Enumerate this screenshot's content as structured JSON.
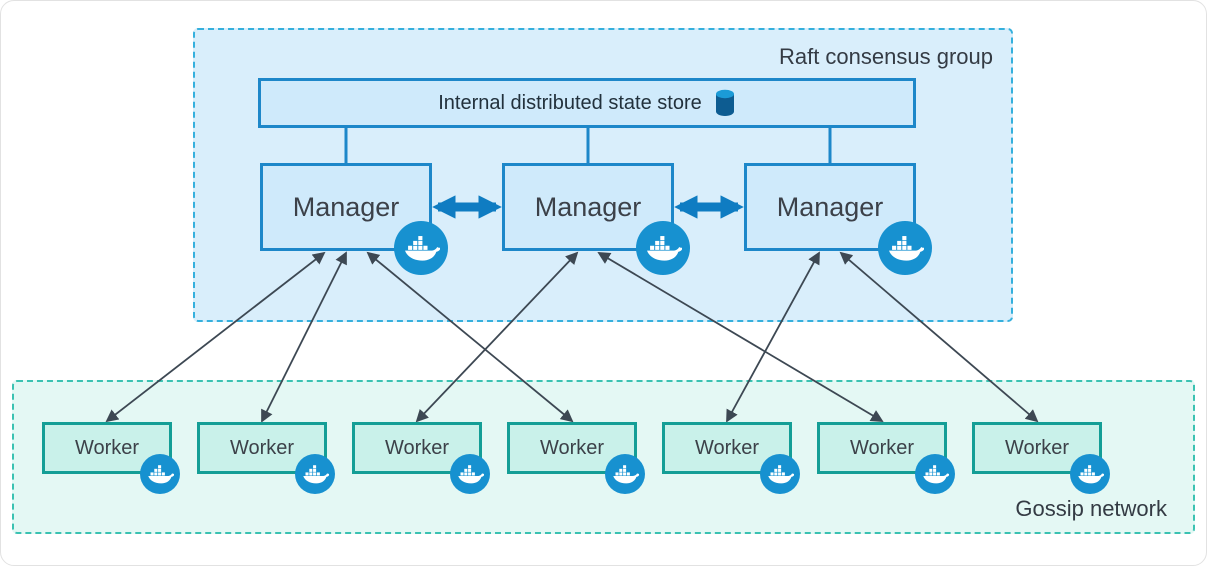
{
  "raft_group": {
    "label": "Raft consensus group",
    "state_store": {
      "label": "Internal distributed state store",
      "icon": "database-cylinder-icon"
    },
    "managers": [
      {
        "id": "manager-1",
        "label": "Manager",
        "badge_icon": "docker-whale-icon"
      },
      {
        "id": "manager-2",
        "label": "Manager",
        "badge_icon": "docker-whale-icon"
      },
      {
        "id": "manager-3",
        "label": "Manager",
        "badge_icon": "docker-whale-icon"
      }
    ],
    "manager_links": [
      {
        "from": "manager-1",
        "to": "manager-2",
        "style": "thick-double-arrow"
      },
      {
        "from": "manager-2",
        "to": "manager-3",
        "style": "thick-double-arrow"
      }
    ]
  },
  "gossip_network": {
    "label": "Gossip network",
    "workers": [
      {
        "id": "worker-1",
        "label": "Worker",
        "badge_icon": "docker-whale-icon"
      },
      {
        "id": "worker-2",
        "label": "Worker",
        "badge_icon": "docker-whale-icon"
      },
      {
        "id": "worker-3",
        "label": "Worker",
        "badge_icon": "docker-whale-icon"
      },
      {
        "id": "worker-4",
        "label": "Worker",
        "badge_icon": "docker-whale-icon"
      },
      {
        "id": "worker-5",
        "label": "Worker",
        "badge_icon": "docker-whale-icon"
      },
      {
        "id": "worker-6",
        "label": "Worker",
        "badge_icon": "docker-whale-icon"
      },
      {
        "id": "worker-7",
        "label": "Worker",
        "badge_icon": "docker-whale-icon"
      }
    ]
  },
  "connections": [
    {
      "from": "manager-1",
      "to": "worker-1",
      "style": "thin-double-arrow"
    },
    {
      "from": "manager-1",
      "to": "worker-2",
      "style": "thin-double-arrow"
    },
    {
      "from": "manager-1",
      "to": "worker-4",
      "style": "thin-double-arrow"
    },
    {
      "from": "manager-2",
      "to": "worker-3",
      "style": "thin-double-arrow"
    },
    {
      "from": "manager-2",
      "to": "worker-6",
      "style": "thin-double-arrow"
    },
    {
      "from": "manager-3",
      "to": "worker-5",
      "style": "thin-double-arrow"
    },
    {
      "from": "manager-3",
      "to": "worker-7",
      "style": "thin-double-arrow"
    }
  ],
  "icons": {
    "docker": "docker-whale-icon",
    "database": "database-cylinder-icon"
  },
  "colors": {
    "raft_fill": "#d9eefb",
    "raft_border": "#35b0dd",
    "blue_box_fill": "#cfeafb",
    "blue_box_border": "#1d87c9",
    "gossip_fill": "#e4f8f4",
    "gossip_border": "#3bc2b2",
    "worker_fill": "#c9f1ea",
    "worker_border": "#149e96",
    "docker_badge": "#1791d0",
    "wire": "#3d4853",
    "manager_link": "#0f7cc2",
    "label_text": "#343b44"
  }
}
